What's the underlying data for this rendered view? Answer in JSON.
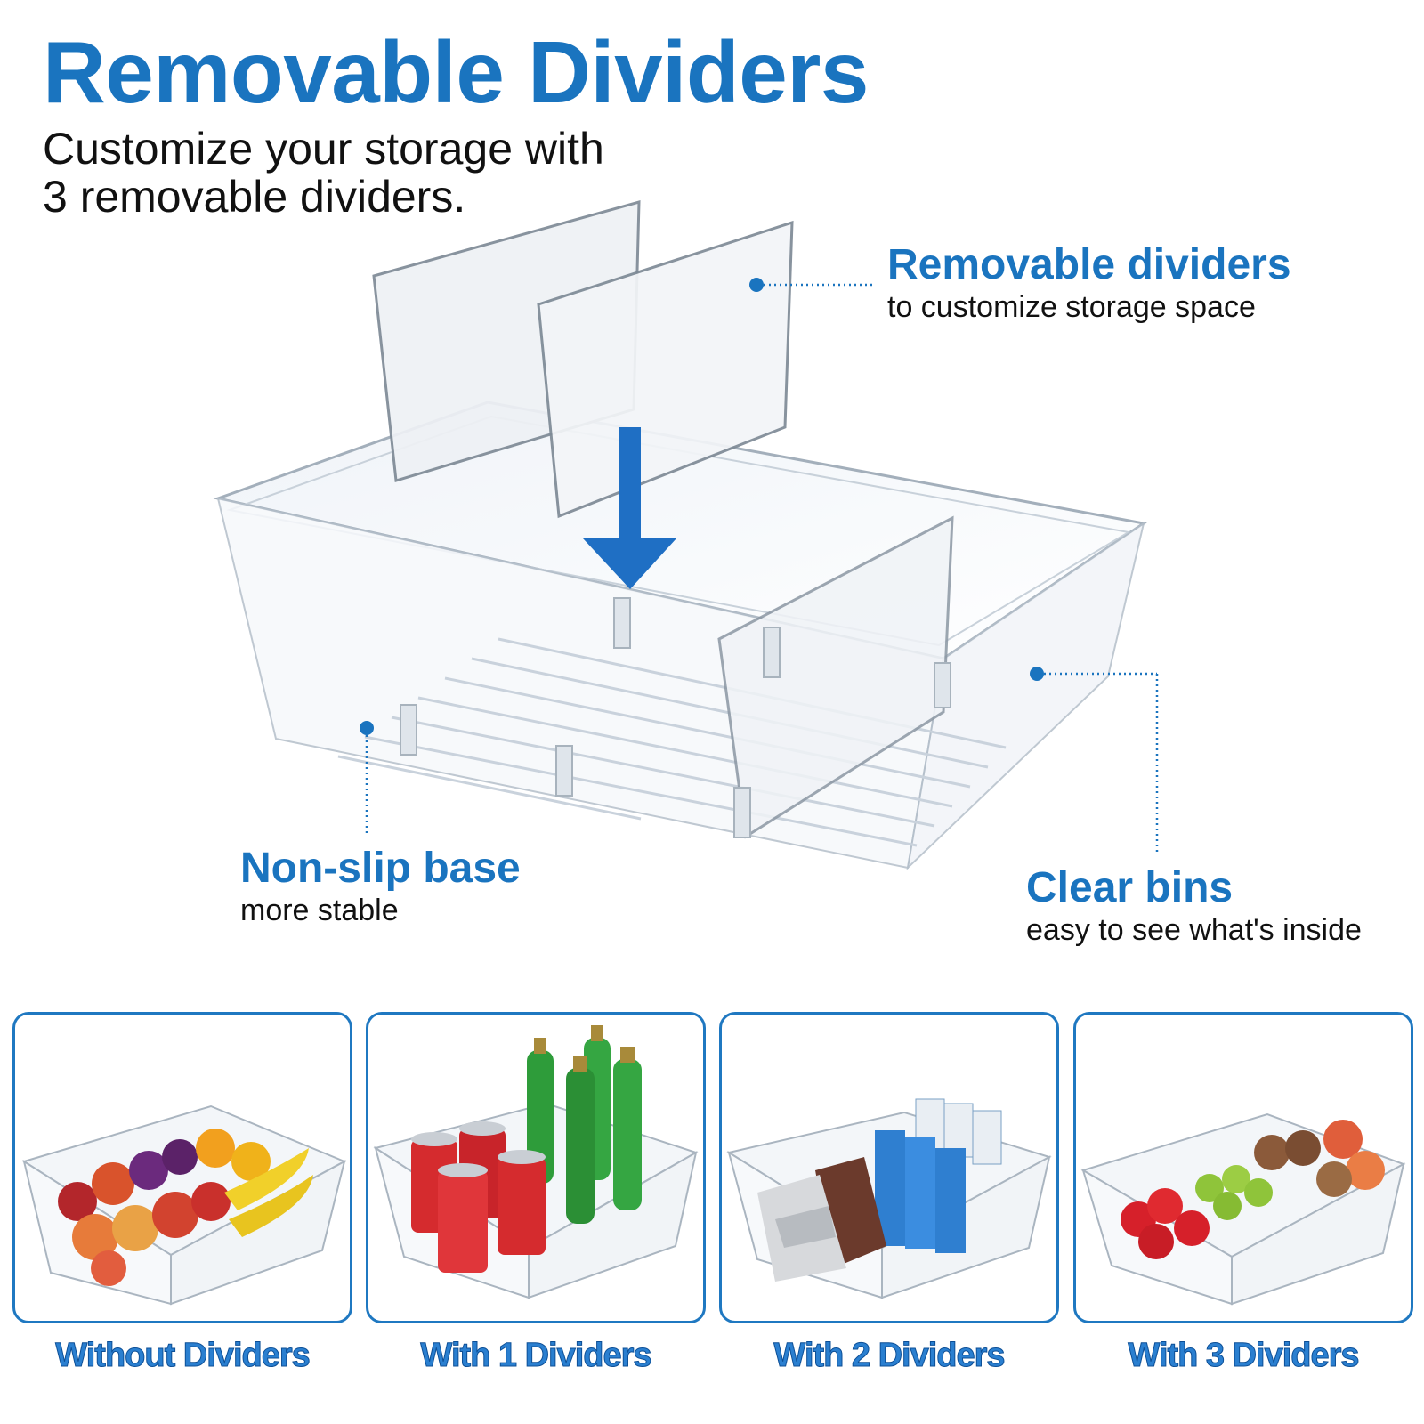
{
  "header": {
    "title": "Removable Dividers",
    "subtitle_line1": "Customize your storage with",
    "subtitle_line2": "3 removable dividers."
  },
  "features": [
    {
      "title": "Removable dividers",
      "subtitle": "to customize storage space"
    },
    {
      "title": "Non-slip base",
      "subtitle": "more stable"
    },
    {
      "title": "Clear bins",
      "subtitle": "easy to see what's inside"
    }
  ],
  "panels": [
    {
      "label": "Without Dividers",
      "content": "fruit"
    },
    {
      "label": "With 1 Dividers",
      "content": "drinks"
    },
    {
      "label": "With 2 Dividers",
      "content": "snacks"
    },
    {
      "label": "With 3 Dividers",
      "content": "produce"
    }
  ],
  "colors": {
    "accent": "#1a74bf",
    "panel_border": "#1f78c1",
    "arrow": "#1f6fc4"
  },
  "icons": [
    "arrow-down-icon",
    "callout-dot-icon"
  ]
}
